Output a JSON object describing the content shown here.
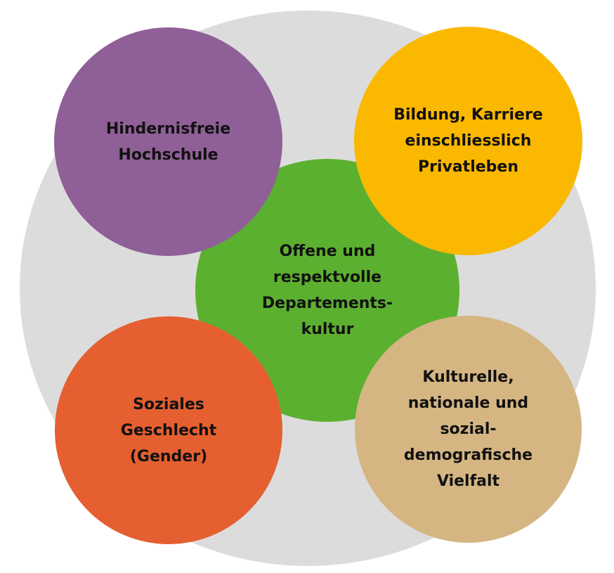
{
  "diagram": {
    "background_color": "#dcdcdc",
    "circles": {
      "center": {
        "label": "Offene und\nrespektvolle\nDepartements-\nkultur",
        "color": "#5cb030"
      },
      "top_left": {
        "label": "Hindernisfreie\nHochschule",
        "color": "#8f5f97"
      },
      "top_right": {
        "label": "Bildung, Karriere\neinschliesslich\nPrivatleben",
        "color": "#fbb800"
      },
      "bottom_left": {
        "label": "Soziales\nGeschlecht\n(Gender)",
        "color": "#e55f31"
      },
      "bottom_right": {
        "label": "Kulturelle,\nnationale und\nsozial-\ndemografische\nVielfalt",
        "color": "#d5b683"
      }
    }
  }
}
